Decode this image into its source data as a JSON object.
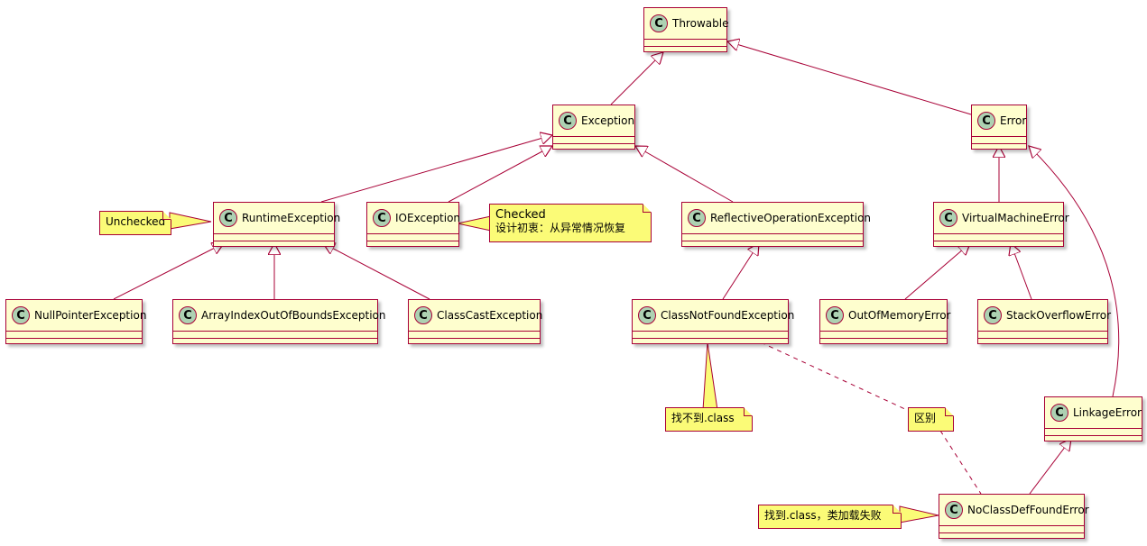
{
  "classes": {
    "throwable": {
      "name": "Throwable",
      "icon": "C"
    },
    "exception": {
      "name": "Exception",
      "icon": "C"
    },
    "error": {
      "name": "Error",
      "icon": "C"
    },
    "runtime_exception": {
      "name": "RuntimeException",
      "icon": "C"
    },
    "io_exception": {
      "name": "IOException",
      "icon": "C"
    },
    "reflective_operation_exception": {
      "name": "ReflectiveOperationException",
      "icon": "C"
    },
    "virtual_machine_error": {
      "name": "VirtualMachineError",
      "icon": "C"
    },
    "null_pointer_exception": {
      "name": "NullPointerException",
      "icon": "C"
    },
    "array_index_out_of_bounds_exception": {
      "name": "ArrayIndexOutOfBoundsException",
      "icon": "C"
    },
    "class_cast_exception": {
      "name": "ClassCastException",
      "icon": "C"
    },
    "class_not_found_exception": {
      "name": "ClassNotFoundException",
      "icon": "C"
    },
    "out_of_memory_error": {
      "name": "OutOfMemoryError",
      "icon": "C"
    },
    "stack_overflow_error": {
      "name": "StackOverflowError",
      "icon": "C"
    },
    "linkage_error": {
      "name": "LinkageError",
      "icon": "C"
    },
    "no_class_def_found_error": {
      "name": "NoClassDefFoundError",
      "icon": "C"
    }
  },
  "notes": {
    "unchecked": {
      "text": "Unchecked"
    },
    "checked": {
      "title": "Checked",
      "text": "设计初衷：从异常情况恢复"
    },
    "not_found_class": {
      "text": "找不到.class"
    },
    "difference": {
      "text": "区别"
    },
    "found_class_load_failed": {
      "text": "找到.class，类加载失败"
    }
  },
  "colors": {
    "class_fill": "#FEFECE",
    "class_border": "#A80036",
    "icon_fill": "#ADD1B2",
    "note_fill": "#FBFB77",
    "edge": "#A80036"
  }
}
